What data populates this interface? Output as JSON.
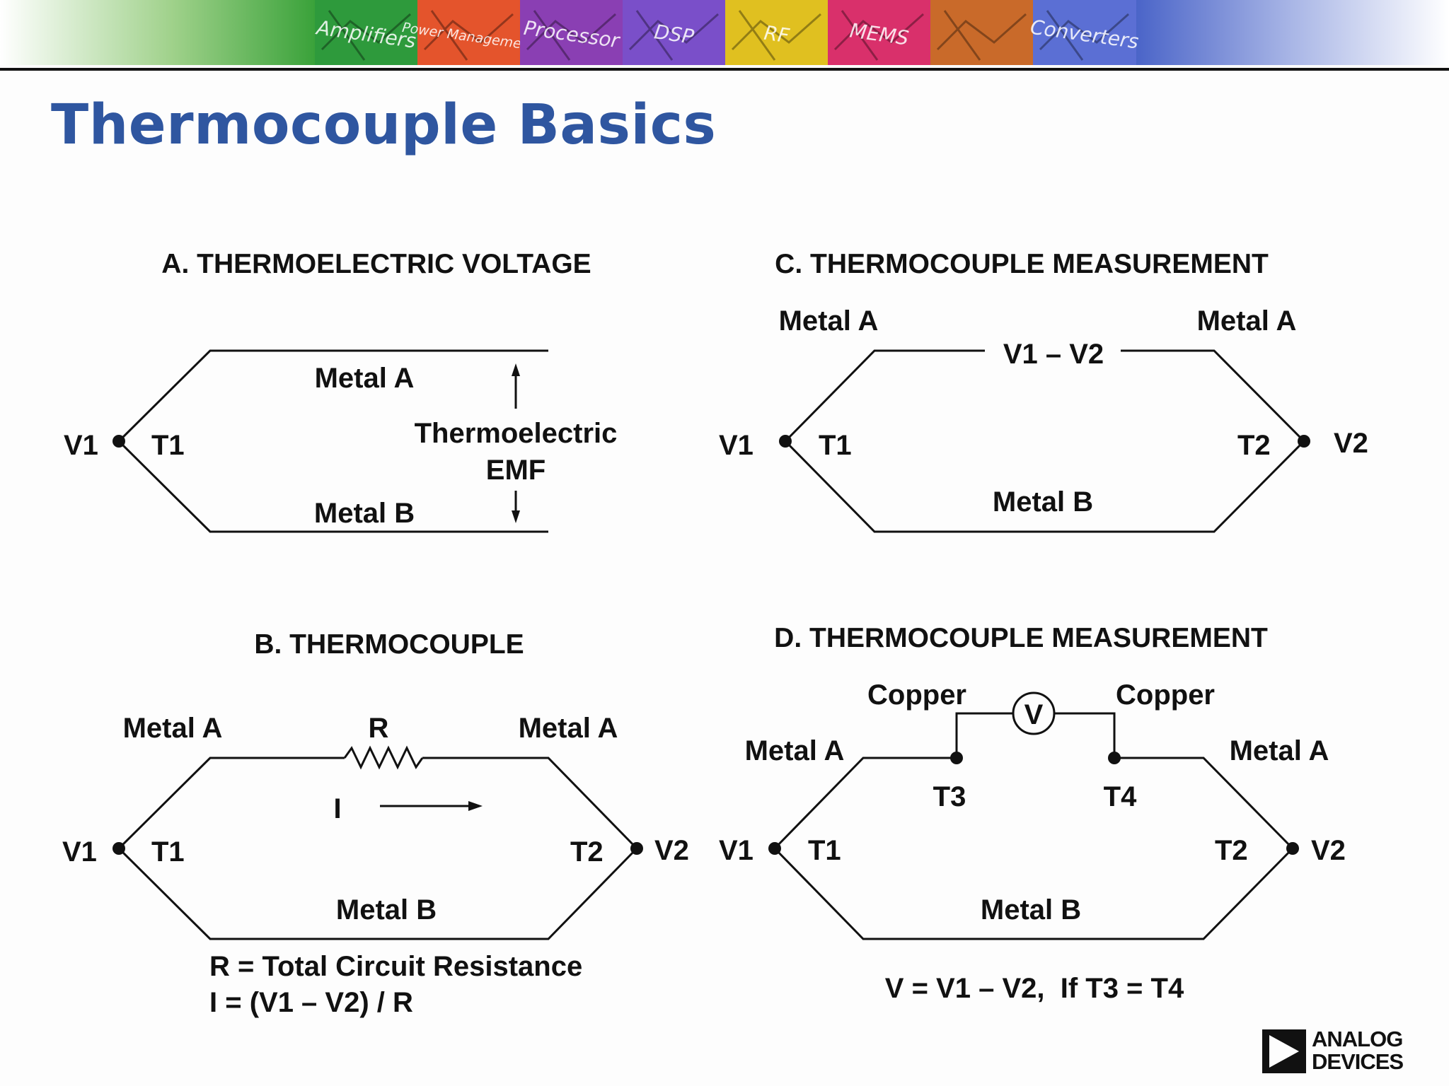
{
  "slide": {
    "title": "Thermocouple Basics",
    "banner": {
      "segments": [
        {
          "label": "Amplifiers",
          "color": "#2e9a3c"
        },
        {
          "label": "Power Management",
          "color": "#e4542c"
        },
        {
          "label": "Processor",
          "color": "#8a3fb3"
        },
        {
          "label": "DSP",
          "color": "#7a4fc9"
        },
        {
          "label": "RF",
          "color": "#e0c020"
        },
        {
          "label": "MEMS",
          "color": "#d9306b"
        },
        {
          "label": "",
          "color": "#c96a2a"
        },
        {
          "label": "Converters",
          "color": "#5b6fd4"
        }
      ]
    },
    "logo": {
      "line1": "ANALOG",
      "line2": "DEVICES"
    }
  },
  "panels": {
    "a": {
      "caption": "A. THERMOELECTRIC VOLTAGE",
      "v1": "V1",
      "t1": "T1",
      "metal_top": "Metal A",
      "metal_bottom": "Metal B",
      "emf_line1": "Thermoelectric",
      "emf_line2": "EMF"
    },
    "b": {
      "caption": "B. THERMOCOUPLE",
      "metal_top_left": "Metal A",
      "metal_top_right": "Metal A",
      "resistor": "R",
      "current": "I",
      "v1": "V1",
      "t1": "T1",
      "t2": "T2",
      "v2": "V2",
      "metal_bottom": "Metal B",
      "note_line1": "R = Total Circuit Resistance",
      "note_line2": "I = (V1 – V2) / R"
    },
    "c": {
      "caption": "C. THERMOCOUPLE MEASUREMENT",
      "metal_top_left": "Metal A",
      "metal_top_right": "Metal A",
      "vdiff": "V1 – V2",
      "v1": "V1",
      "t1": "T1",
      "t2": "T2",
      "v2": "V2",
      "metal_bottom": "Metal B"
    },
    "d": {
      "caption": "D. THERMOCOUPLE MEASUREMENT",
      "copper_left": "Copper",
      "copper_right": "Copper",
      "meter": "V",
      "metal_top_left": "Metal A",
      "metal_top_right": "Metal A",
      "t3": "T3",
      "t4": "T4",
      "v1": "V1",
      "t1": "T1",
      "t2": "T2",
      "v2": "V2",
      "metal_bottom": "Metal B",
      "equation": "V = V1 – V2,  If T3 = T4"
    }
  }
}
